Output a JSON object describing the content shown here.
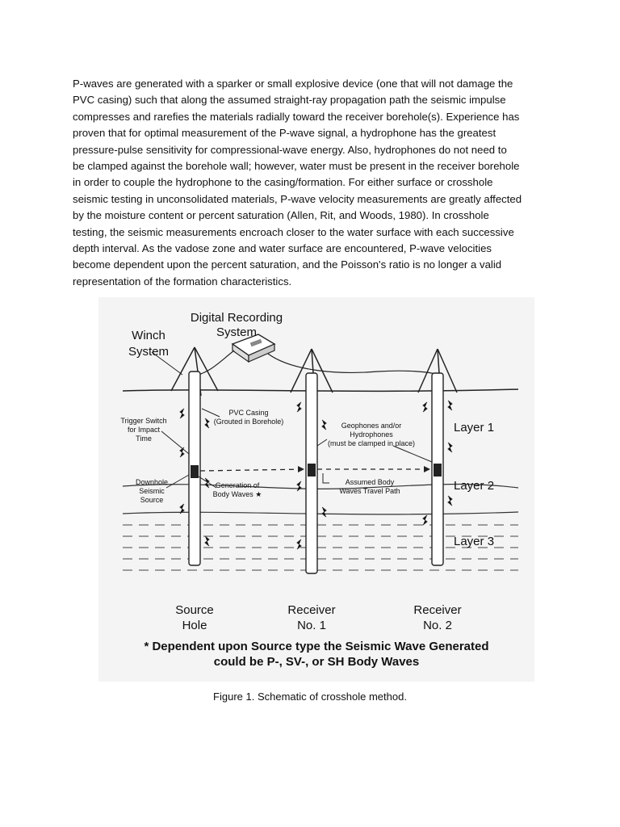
{
  "paragraph": "P-waves are generated with a sparker or small explosive device (one that will not damage the\nPVC casing) such that along the assumed straight-ray propagation path the seismic impulse\ncompresses and rarefies the materials radially toward the receiver borehole(s).  Experience has\nproven that for optimal measurement of the P-wave signal, a hydrophone has the greatest\npressure-pulse sensitivity for compressional-wave energy.  Also, hydrophones do not need to\nbe clamped against the borehole wall; however, water must be present in the receiver borehole\nin order to couple the hydrophone to the casing/formation. For either surface or crosshole\nseismic testing in unconsolidated materials, P-wave velocity measurements are greatly affected\nby the moisture content or percent saturation (Allen, Rit, and Woods, 1980).  In crosshole\ntesting, the seismic measurements encroach closer to the water surface with each successive\ndepth interval.  As the vadose zone and water surface are encountered, P-wave velocities\nbecome dependent upon the percent saturation, and the Poisson's ratio is no longer a valid\nrepresentation of the formation characteristics.",
  "figure": {
    "recorder_line1": "Digital Recording",
    "recorder_line2": "System",
    "winch_line1": "Winch",
    "winch_line2": "System",
    "pvc_line1": "PVC Casing",
    "pvc_line2": "(Grouted in Borehole)",
    "trigger_line1": "Trigger Switch",
    "trigger_line2": "for Impact",
    "trigger_line3": "Time",
    "geophone_line1": "Geophones and/or",
    "geophone_line2": "Hydrophones",
    "geophone_line3": "(must be clamped in place)",
    "downhole_line1": "Downhole",
    "downhole_line2": "Seismic",
    "downhole_line3": "Source",
    "generation_line1": "Generation of",
    "generation_line2": "Body Waves ★",
    "assumed_line1": "Assumed Body",
    "assumed_line2": "Waves Travel Path",
    "layer1": "Layer 1",
    "layer2": "Layer 2",
    "layer3": "Layer 3",
    "source_line1": "Source",
    "source_line2": "Hole",
    "receiver1_line1": "Receiver",
    "receiver1_line2": "No. 1",
    "receiver2_line1": "Receiver",
    "receiver2_line2": "No. 2",
    "footnote_line1": "* Dependent upon Source type the Seismic Wave Generated",
    "footnote_line2": "could be P-, SV-, or SH Body Waves"
  },
  "caption": "Figure 1.  Schematic of crosshole method."
}
